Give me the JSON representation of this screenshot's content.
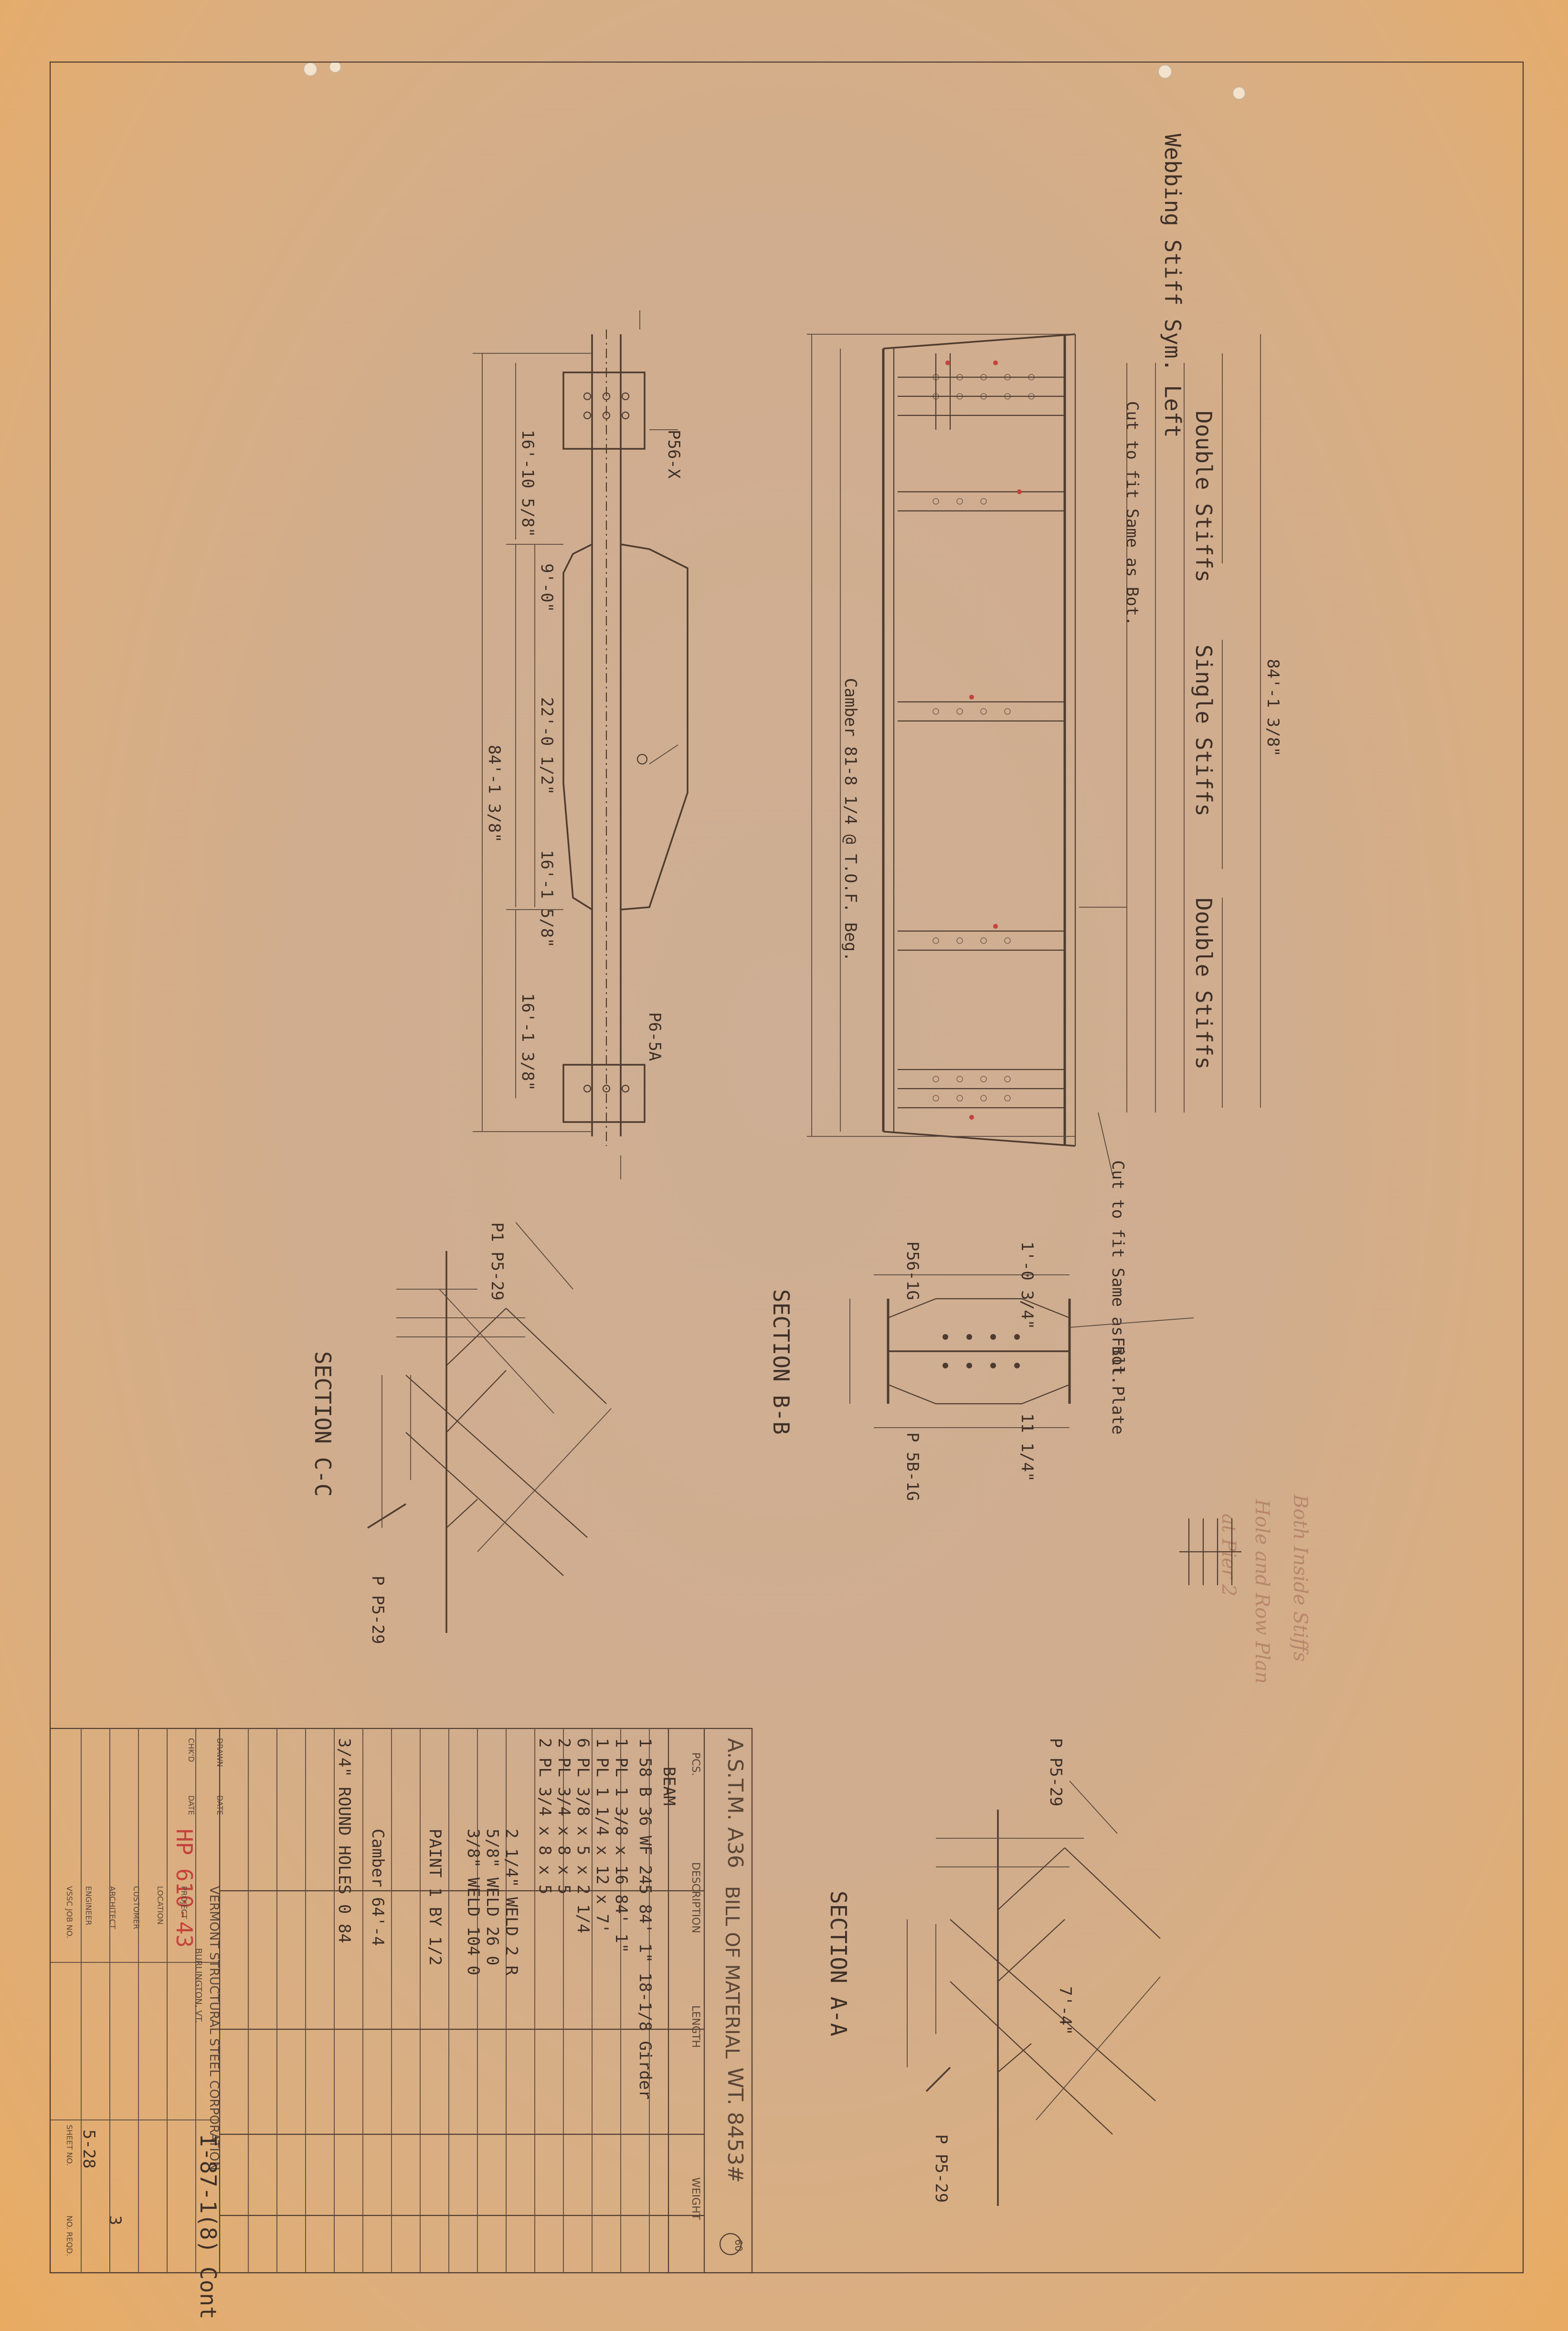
{
  "title_block": {
    "company": "VERMONT STRUCTURAL STEEL CORPORATION",
    "city": "BURLINGTON, VT.",
    "mark": "I-87-1(8) Cont #3",
    "drawing_no": "HP 610-43",
    "sheet_no": "5-28",
    "sheet_count": "3",
    "labels": [
      "DRAWN",
      "CHK'D",
      "DATE",
      "DATE",
      "PROJECT",
      "LOCATION",
      "CUSTOMER",
      "ARCHITECT",
      "ENGINEER",
      "VSSC JOB NO.",
      "SHEET NO.",
      "NO. REQD."
    ]
  },
  "bill_of_material": {
    "header": "BILL OF MATERIAL",
    "spec": "A.S.T.M. A36",
    "weight_total": "WT. 8453#",
    "columns": [
      "PCS.",
      "DESCRIPTION",
      "LENGTH",
      "WEIGHT"
    ],
    "rows": [
      "BEAM",
      "1  58 B 36 WF 245   84' 1\"  18-1/8   Girder",
      "1  PL 1 3/8 x 16   84' 1\"",
      "1  PL 1 1/4 x 12 x 7'",
      "6  PL 3/8 x 5 x 2 1/4",
      "2  PL 3/4 x 8 x 5",
      "2  PL 3/4 x 8 x 5",
      "2 1/4\" WELD   2 R",
      "5/8\" WELD   26 0",
      "3/8\" WELD   104 0",
      "PAINT 1 BY 1/2",
      "Camber 64'-4",
      "3/4\" ROUND HOLES   0 84"
    ]
  },
  "elevation": {
    "label_top": "Double Stiffs",
    "label_mid": "Single Stiffs",
    "label_bottom": "Double Stiffs",
    "overall": "84'-1 3/8\"",
    "cut_top": "Cut to fit Same as Bot.",
    "cut_bottom": "Cut to fit Same as Bot.",
    "camber": "Camber 81-8 1/4 @ T.O.F. Beg.",
    "webbing": "Webbing Stiff Sym. Left"
  },
  "plan": {
    "overall": "84'-1 3/8\"",
    "segments": [
      "16'-10 5/8\"",
      "9'-0\"",
      "22'-0 1/2\"",
      "16'-1 3/8\"",
      "16'-1 5/8\""
    ],
    "mark_top": "P56-X",
    "mark_bottom": "P6-5A"
  },
  "sections": {
    "cc": "SECTION C-C",
    "bb": "SECTION B-B",
    "aa": "SECTION A-A",
    "mark_cc_top": "P1 P5-29",
    "mark_cc_bot": "P P5-29",
    "mark_bb_top": "P56-1G",
    "mark_bb_bot": "P 5B-1G",
    "mark_aa_top": "P P5-29",
    "mark_aa_bot": "P P5-29",
    "fill_plate": "Fill Plate",
    "dims": [
      "1'-0 3/4\"",
      "11 1/4\"",
      "7'-4\""
    ]
  },
  "pencil_notes": [
    "Both Inside Stiffs",
    "Hole and Row Plan",
    "at Pier 2"
  ],
  "sheet_stamp": "60"
}
